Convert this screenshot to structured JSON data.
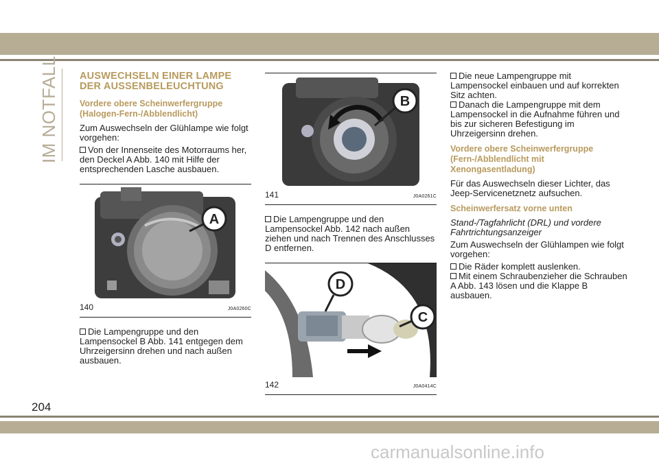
{
  "side_title": "IM NOTFALL",
  "page_number": "204",
  "watermark": "carmanualsonline.info",
  "col1": {
    "heading": "AUSWECHSELN EINER LAMPE DER AUSSENBELEUCHTUNG",
    "sub1_line1": "Vordere obere Scheinwerfergruppe",
    "sub1_line2": "(Halogen-Fern-/Abblendlicht)",
    "intro": "Zum Auswechseln der Glühlampe wie folgt vorgehen:",
    "step1": "Von der Innenseite des Motorraums her, den Deckel A Abb. 140 mit Hilfe der entsprechenden Lasche ausbauen.",
    "fig_num": "140",
    "fig_code": "J0A0260C",
    "fig_label": "A",
    "step2": "Die Lampengruppe und den Lampensockel B Abb. 141 entgegen dem Uhrzeigersinn drehen und nach außen ausbauen."
  },
  "col2": {
    "fig1_num": "141",
    "fig1_code": "J0A0261C",
    "fig1_label": "B",
    "step": "Die Lampengruppe und den Lampensockel Abb. 142 nach außen ziehen und nach Trennen des Anschlusses D entfernen.",
    "fig2_num": "142",
    "fig2_code": "J0A0414C",
    "fig2_label_d": "D",
    "fig2_label_c": "C"
  },
  "col3": {
    "step1": "Die neue Lampengruppe mit Lampensockel einbauen und auf korrekten Sitz achten.",
    "step2": "Danach die Lampengruppe mit dem Lampensockel in die Aufnahme führen und bis zur sicheren Befestigung im Uhrzeigersinn drehen.",
    "sub2_line1": "Vordere obere Scheinwerfergruppe",
    "sub2_line2": "(Fern-/Abblendlicht mit Xenongasentladung)",
    "text2": "Für das Auswechseln dieser Lichter, das Jeep-Servicenetznetz aufsuchen.",
    "sub3": "Scheinwerfersatz vorne unten",
    "ital": "Stand-/Tagfahrlicht (DRL) und vordere Fahrtrichtungsanzeiger",
    "intro3": "Zum Auswechseln der Glühlampen wie folgt vorgehen:",
    "step3": "Die Räder komplett auslenken.",
    "step4": "Mit einem Schraubenzieher die Schrauben A Abb. 143 lösen und die Klappe B ausbauen."
  }
}
